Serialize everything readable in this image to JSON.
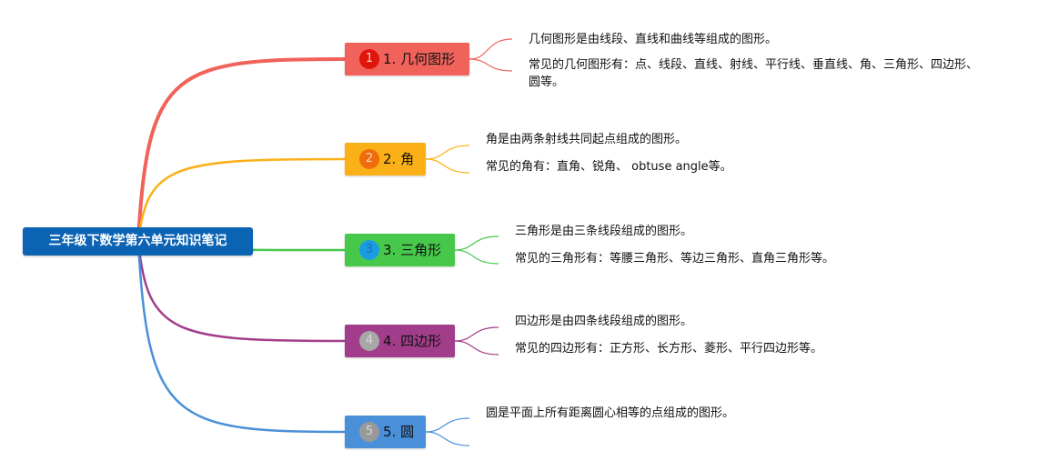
{
  "root": {
    "label": "三年级下数学第六单元知识笔记",
    "color": "#0b63b3"
  },
  "branches": [
    {
      "number": "1",
      "label": "1. 几何图形",
      "color": "#f0625a",
      "badge_color": "#e0150c",
      "leaves": [
        "几何图形是由线段、直线和曲线等组成的图形。",
        "常见的几何图形有：点、线段、直线、射线、平行线、垂直线、角、三角形、四边形、圆等。"
      ]
    },
    {
      "number": "2",
      "label": "2. 角",
      "color": "#fbb017",
      "badge_color": "#ef6c0c",
      "leaves": [
        "角是由两条射线共同起点组成的图形。",
        "常见的角有：直角、锐角、 obtuse angle等。"
      ]
    },
    {
      "number": "3",
      "label": "3. 三角形",
      "color": "#47c84b",
      "badge_color": "#1a9ce3",
      "leaves": [
        "三角形是由三条线段组成的图形。",
        "常见的三角形有：等腰三角形、等边三角形、直角三角形等。"
      ]
    },
    {
      "number": "4",
      "label": "4. 四边形",
      "color": "#a23d8b",
      "badge_color": "#a8a8a8",
      "leaves": [
        "四边形是由四条线段组成的图形。",
        "常见的四边形有：正方形、长方形、菱形、平行四边形等。"
      ]
    },
    {
      "number": "5",
      "label": "5. 圆",
      "color": "#4a90d9",
      "badge_color": "#999999",
      "leaves": [
        "圆是平面上所有距离圆心相等的点组成的图形。"
      ]
    }
  ]
}
